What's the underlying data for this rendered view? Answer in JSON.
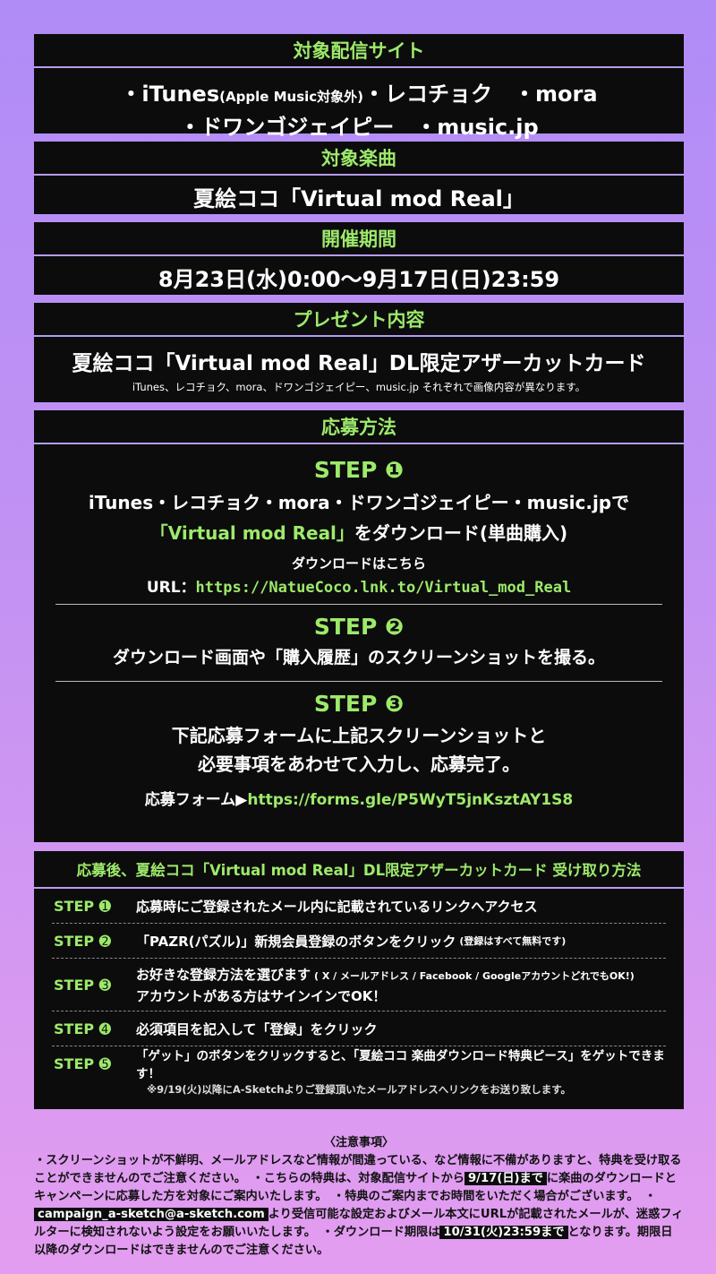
{
  "sites": {
    "heading": "対象配信サイト",
    "line1_itunes": "・iTunes",
    "line1_itunes_note": "(Apple Music対象外)",
    "line1_rest": "・レコチョク　・mora",
    "line2": "・ドワンゴジェイピー　・music.jp"
  },
  "song": {
    "heading": "対象楽曲",
    "title": "夏絵ココ「Virtual mod Real」"
  },
  "period": {
    "heading": "開催期間",
    "text": "8月23日(水)0:00～9月17日(日)23:59"
  },
  "present": {
    "heading": "プレゼント内容",
    "title": "夏絵ココ「Virtual mod Real」DL限定アザーカットカード",
    "note": "iTunes、レコチョク、mora、ドワンゴジェイピー、music.jp それぞれで画像内容が異なります。"
  },
  "apply": {
    "heading": "応募方法",
    "step1": {
      "label": "STEP ❶",
      "line1": "iTunes・レコチョク・mora・ドワンゴジェイピー・music.jpで",
      "line2_song": "「Virtual mod Real」",
      "line2_rest": "をダウンロード(単曲購入)",
      "dl_caption": "ダウンロードはこちら",
      "url_prefix": "URL：",
      "url": "https://NatueCoco.lnk.to/Virtual_mod_Real"
    },
    "step2": {
      "label": "STEP ❷",
      "text": "ダウンロード画面や「購入履歴」のスクリーンショットを撮る。"
    },
    "step3": {
      "label": "STEP ❸",
      "line1": "下記応募フォームに上記スクリーンショットと",
      "line2": "必要事項をあわせて入力し、応募完了。",
      "form_prefix": "応募フォーム▶",
      "form_url": "https://forms.gle/P5WyT5jnKsztAY1S8"
    }
  },
  "receive": {
    "heading": "応募後、夏絵ココ「Virtual mod Real」DL限定アザーカットカード 受け取り方法",
    "steps": [
      {
        "label": "STEP ➊",
        "text": "応募時にご登録されたメール内に記載されているリンクへアクセス",
        "small": ""
      },
      {
        "label": "STEP ➋",
        "text": "「PAZR(パズル)」新規会員登録のボタンをクリック",
        "small": "(登録はすべて無料です)"
      },
      {
        "label": "STEP ➌",
        "text": "お好きな登録方法を選びます",
        "small": "( X / メールアドレス / Facebook / GoogleアカウントどれでもOK!)",
        "text2": "アカウントがある方はサインインでOK！"
      },
      {
        "label": "STEP ➍",
        "text": "必須項目を記入して「登録」をクリック",
        "small": ""
      },
      {
        "label": "STEP ➎",
        "text": "「ゲット」のボタンをクリックすると、「夏絵ココ 楽曲ダウンロード特典ピース」をゲットできます！",
        "small": ""
      }
    ],
    "footnote": "※9/19(火)以降にA-Sketchよりご登録頂いたメールアドレスへリンクをお送り致します。"
  },
  "notes": {
    "heading": "〈注意事項〉",
    "p1": "・スクリーンショットが不鮮明、メールアドレスなど情報が間違っている、など情報に不備がありますと、特典を受け取ることができませんのでご注意ください。　・こちらの特典は、対象配信サイトから",
    "hl1": "9/17(日)まで",
    "p2": "に楽曲のダウンロードとキャンペーンに応募した方を対象にご案内いたします。　・特典のご案内までお時間をいただく場合がございます。　・",
    "hl2": "campaign_a-sketch@a-sketch.com",
    "p3": "より受信可能な設定およびメール本文にURLが記載されたメールが、迷惑フィルターに検知されないよう設定をお願いいたします。　・ダウンロード期限は",
    "hl3": "10/31(火)23:59まで",
    "p4": "となります。期限日以降のダウンロードはできませんのでご注意ください。"
  }
}
